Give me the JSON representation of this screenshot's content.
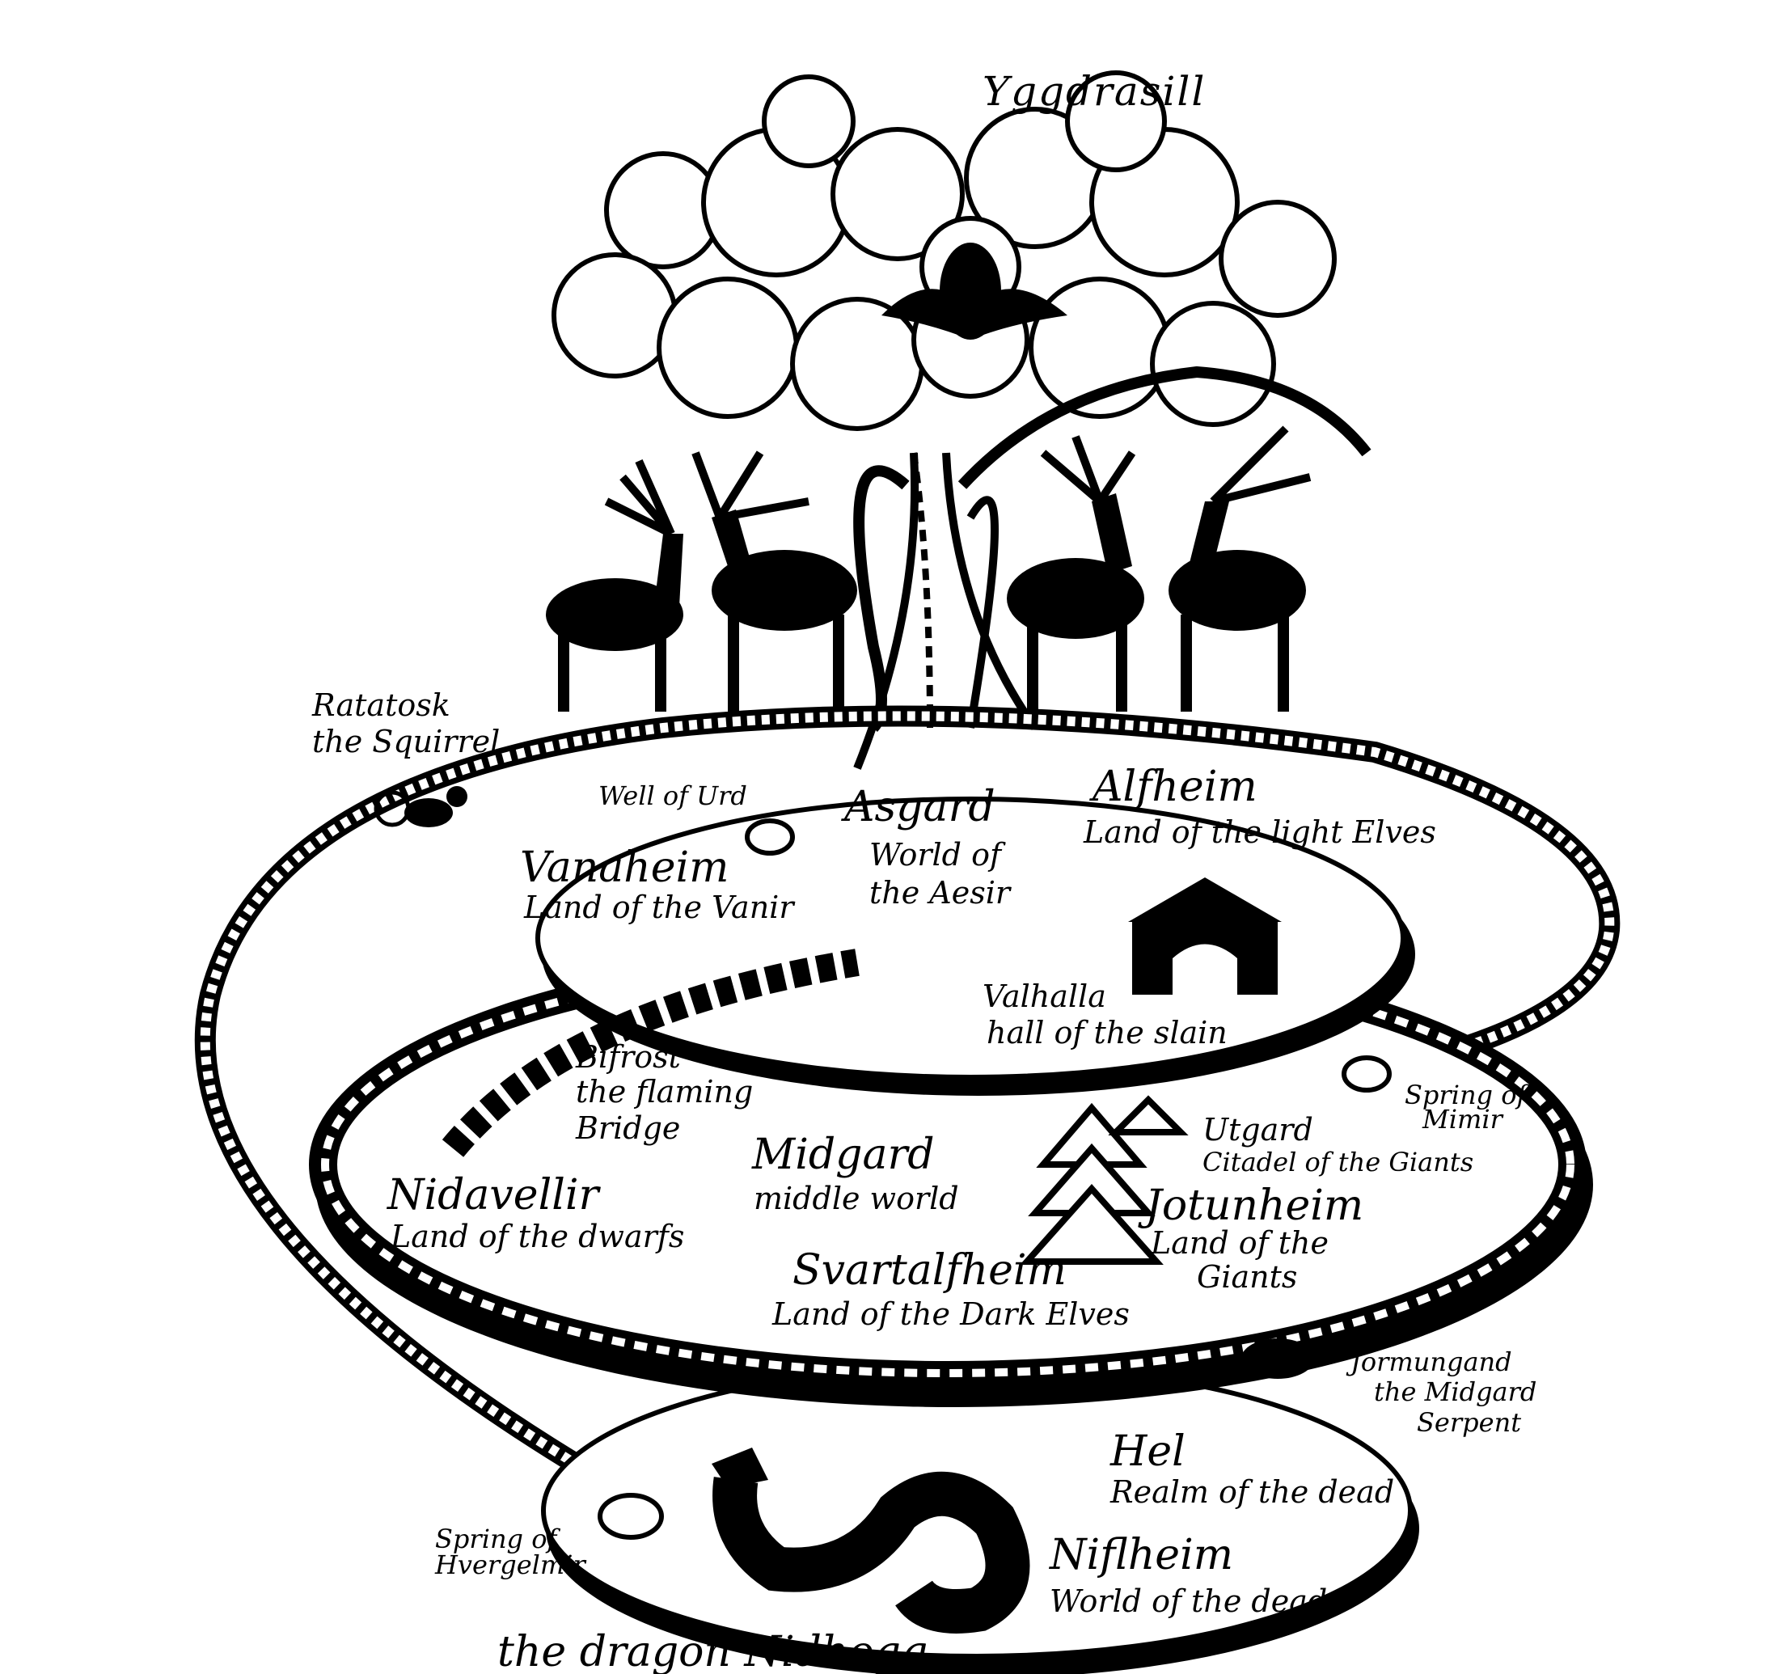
{
  "title": "Yggdrasill",
  "labels": {
    "ratatosk": {
      "name": "Ratatosk",
      "sub": "the Squirrel"
    },
    "well_of_urd": "Well of Urd",
    "asgard": {
      "name": "Asgard",
      "sub1": "World of",
      "sub2": "the Aesir"
    },
    "alfheim": {
      "name": "Alfheim",
      "sub": "Land of the light Elves"
    },
    "vanaheim": {
      "name": "Vanaheim",
      "sub": "Land of the Vanir"
    },
    "valhalla": {
      "name": "Valhalla",
      "sub": "hall of the slain"
    },
    "bifrost": {
      "name": "Bifrost",
      "sub1": "the flaming",
      "sub2": "Bridge"
    },
    "spring_mimir": {
      "line1": "Spring of",
      "line2": "Mimir"
    },
    "utgard": {
      "name": "Utgard",
      "sub": "Citadel of the Giants"
    },
    "midgard": {
      "name": "Midgard",
      "sub": "middle world"
    },
    "nidavellir": {
      "name": "Nidavellir",
      "sub": "Land of the dwarfs"
    },
    "jotunheim": {
      "name": "Jotunheim",
      "sub1": "Land of the",
      "sub2": "Giants"
    },
    "svartalfheim": {
      "name": "Svartalfheim",
      "sub": "Land of the Dark Elves"
    },
    "jormungand": {
      "name": "Jormungand",
      "sub1": "the Midgard",
      "sub2": "Serpent"
    },
    "hel": {
      "name": "Hel",
      "sub": "Realm of the dead"
    },
    "spring_hvergelmir": {
      "line1": "Spring of",
      "line2": "Hvergelmir"
    },
    "niflheim": {
      "name": "Niflheim",
      "sub": "World of the dead"
    },
    "nidhogg": "the dragon Nidhogg"
  },
  "colors": {
    "ink": "#000000",
    "paper": "#ffffff"
  }
}
